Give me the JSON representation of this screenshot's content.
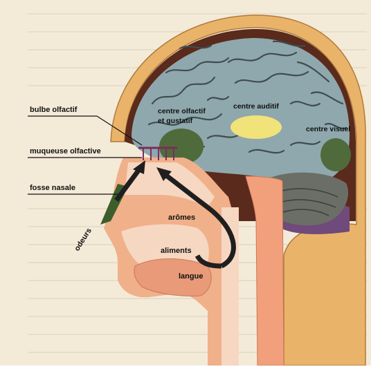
{
  "diagram": {
    "labels": {
      "olfactory_bulb": "bulbe olfactif",
      "olfactory_mucosa": "muqueuse olfactive",
      "nasal_cavity": "fosse nasale",
      "olfactory_gustatory_center_line1": "centre olfactif",
      "olfactory_gustatory_center_line2": "et gustatif",
      "auditory_center": "centre auditif",
      "visual_center": "centre visuel",
      "aromas": "arômes",
      "odors": "odeurs",
      "food": "aliments",
      "tongue": "langue"
    },
    "colors": {
      "paper": "#f4ead8",
      "skull": "#e9b46a",
      "skull_dark": "#5a2a1c",
      "brain": "#8fa8ad",
      "brain_groove": "#3f4c50",
      "olfactory_center": "#4f6b3c",
      "auditory_center": "#f1e27a",
      "tissue": "#f0b08a",
      "brainstem": "#f2a07c",
      "cerebellum": "#6b6e66",
      "purple_region": "#6f4a7a",
      "arrow": "#1f1f1f",
      "odor_band": "#3d5e2c",
      "label_text": "#111111"
    }
  }
}
